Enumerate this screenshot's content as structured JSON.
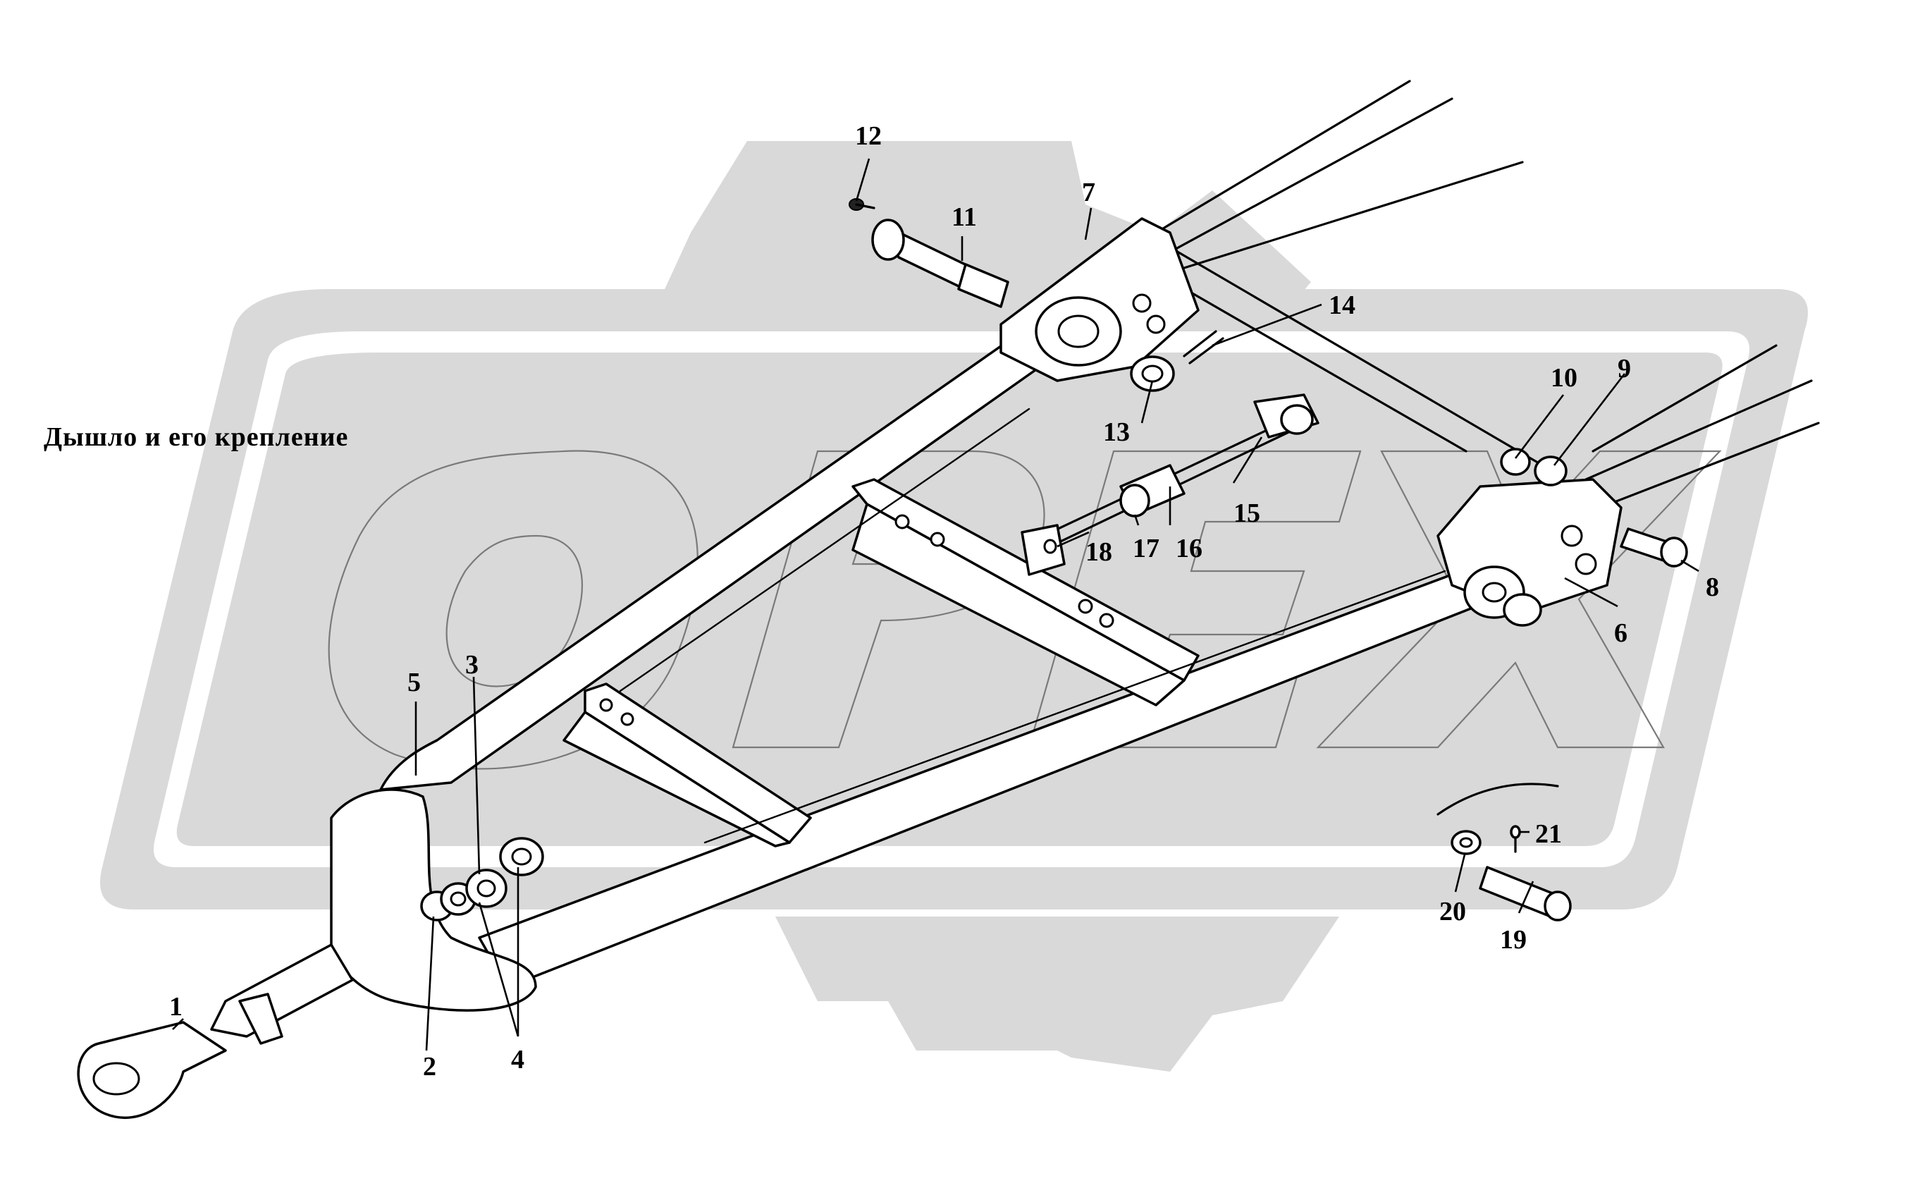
{
  "caption": "Дышло и его крепление",
  "watermark": {
    "text": "OPEX"
  },
  "callouts": {
    "c1": "1",
    "c2": "2",
    "c3": "3",
    "c4": "4",
    "c5": "5",
    "c6": "6",
    "c7": "7",
    "c8": "8",
    "c9": "9",
    "c10": "10",
    "c11": "11",
    "c12": "12",
    "c13": "13",
    "c14": "14",
    "c15": "15",
    "c16": "16",
    "c17": "17",
    "c18": "18",
    "c19": "19",
    "c20": "20",
    "c21": "21"
  },
  "colors": {
    "watermark_fill": "#d9d9d9",
    "watermark_outline": "#7a7a7a",
    "line": "#000000"
  }
}
